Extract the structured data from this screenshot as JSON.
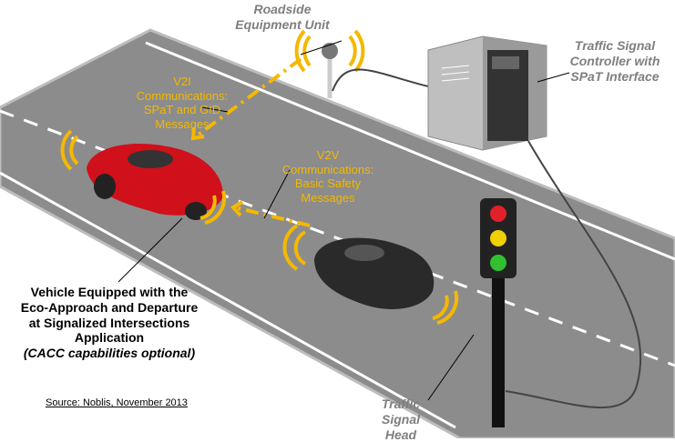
{
  "labels": {
    "roadside_unit": "Roadside Equipment Unit",
    "controller": "Traffic Signal Controller with SPaT Interface",
    "v2i": "V2I Communications: SPaT and GID Messages",
    "v2v": "V2V Communications: Basic Safety Messages",
    "vehicle": "Vehicle Equipped with the Eco-Approach and Departure at Signalized Intersections Application",
    "vehicle_note": "(CACC capabilities optional)",
    "signal_head": "Traffic Signal Head",
    "source": "Source: Noblis, November 2013"
  },
  "colors": {
    "road": "#8c8c8c",
    "signal_wave": "#f5b800",
    "red_car": "#d0101a",
    "black_car": "#2a2a2a",
    "label_gray": "#7f7f7f"
  }
}
